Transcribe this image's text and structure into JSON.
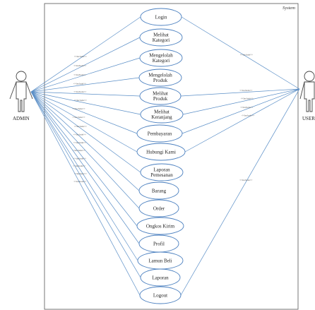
{
  "system": {
    "label": "System"
  },
  "actors": [
    {
      "id": "admin",
      "label": "ADMIN"
    },
    {
      "id": "user",
      "label": "USER"
    }
  ],
  "use_cases": [
    {
      "id": "login",
      "lines": [
        "Login"
      ]
    },
    {
      "id": "lihat-kategori",
      "lines": [
        "Melihat",
        "Kategori"
      ]
    },
    {
      "id": "kelola-kategori",
      "lines": [
        "Mengelolah",
        "Kategori"
      ]
    },
    {
      "id": "kelola-produk",
      "lines": [
        "Mengelolah",
        "Produk"
      ]
    },
    {
      "id": "lihat-produk",
      "lines": [
        "Melihat",
        "Produk"
      ]
    },
    {
      "id": "lihat-keranjang",
      "lines": [
        "Melihat",
        "Keranjang"
      ]
    },
    {
      "id": "pembayaran",
      "lines": [
        "Pembayaran"
      ]
    },
    {
      "id": "hubungi-kami",
      "lines": [
        "Hubungi Kami"
      ]
    },
    {
      "id": "laporan-pemesanan",
      "lines": [
        "Laporan",
        "Pemesanan"
      ]
    },
    {
      "id": "barang",
      "lines": [
        "Barang"
      ]
    },
    {
      "id": "order",
      "lines": [
        "Order"
      ]
    },
    {
      "id": "ongkos-kirim",
      "lines": [
        "Ongkos Kirim"
      ]
    },
    {
      "id": "profil",
      "lines": [
        "Profil"
      ]
    },
    {
      "id": "lamun-beli",
      "lines": [
        "Lamun Beli"
      ]
    },
    {
      "id": "laporan",
      "lines": [
        "Laporan"
      ]
    },
    {
      "id": "logout",
      "lines": [
        "Logout"
      ]
    }
  ],
  "relation_label": "<<include>>",
  "colors": {
    "line": "#5b8fc7",
    "ellipse_stroke": "#4a7fbf",
    "ellipse_fill": "#ffffff",
    "border": "#555555",
    "actor": "#444444"
  }
}
